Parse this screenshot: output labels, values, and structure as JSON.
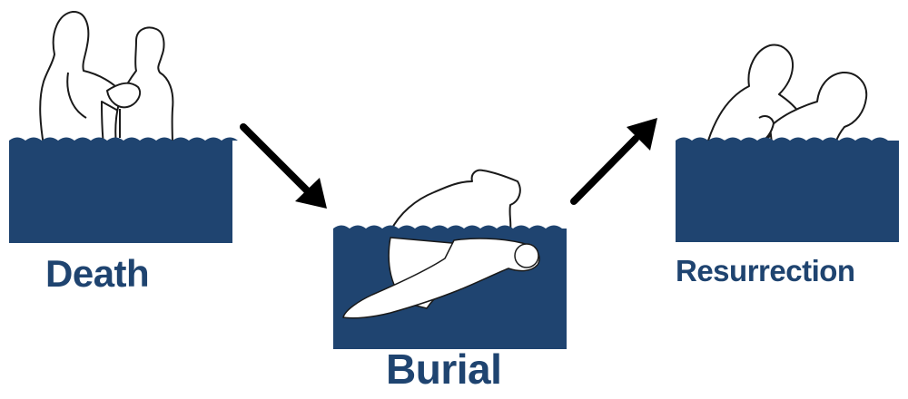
{
  "colors": {
    "water": "#1f4470",
    "label": "#1f4470",
    "arrow": "#000000",
    "figure_fill": "#ffffff",
    "figure_stroke": "#1a1a1a"
  },
  "steps": [
    {
      "label": "Death"
    },
    {
      "label": "Burial"
    },
    {
      "label": "Resurrection"
    }
  ],
  "arrows": [
    {
      "from": "Death",
      "to": "Burial",
      "icon": "arrow-down-right-icon"
    },
    {
      "from": "Burial",
      "to": "Resurrection",
      "icon": "arrow-up-right-icon"
    }
  ]
}
